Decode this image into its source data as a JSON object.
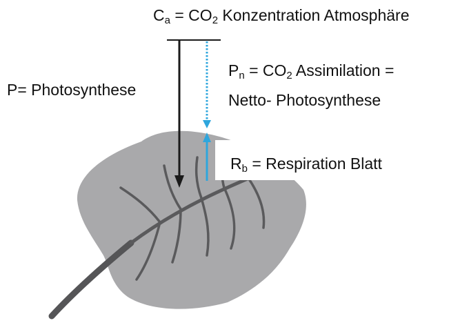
{
  "labels": {
    "ca_symbol": "C",
    "ca_sub": "a",
    "ca_text": " = CO",
    "ca_co2_sub": "2",
    "ca_rest": " Konzentration Atmosphäre",
    "photosynthesis": "P= Photosynthese",
    "pn_symbol": "P",
    "pn_sub": "n",
    "pn_text": " = CO",
    "pn_co2_sub": "2",
    "pn_rest": " Assimilation =",
    "netto": "Netto- Photosynthese",
    "rb_symbol": "R",
    "rb_sub": "b",
    "rb_rest": " = Respiration Blatt"
  },
  "colors": {
    "leaf_fill": "#a9a9ab",
    "leaf_vein": "#5a5a5c",
    "leaf_stem": "#555557",
    "arrow_black": "#1a1a1a",
    "arrow_blue": "#2ea6dd",
    "text": "#111111"
  }
}
